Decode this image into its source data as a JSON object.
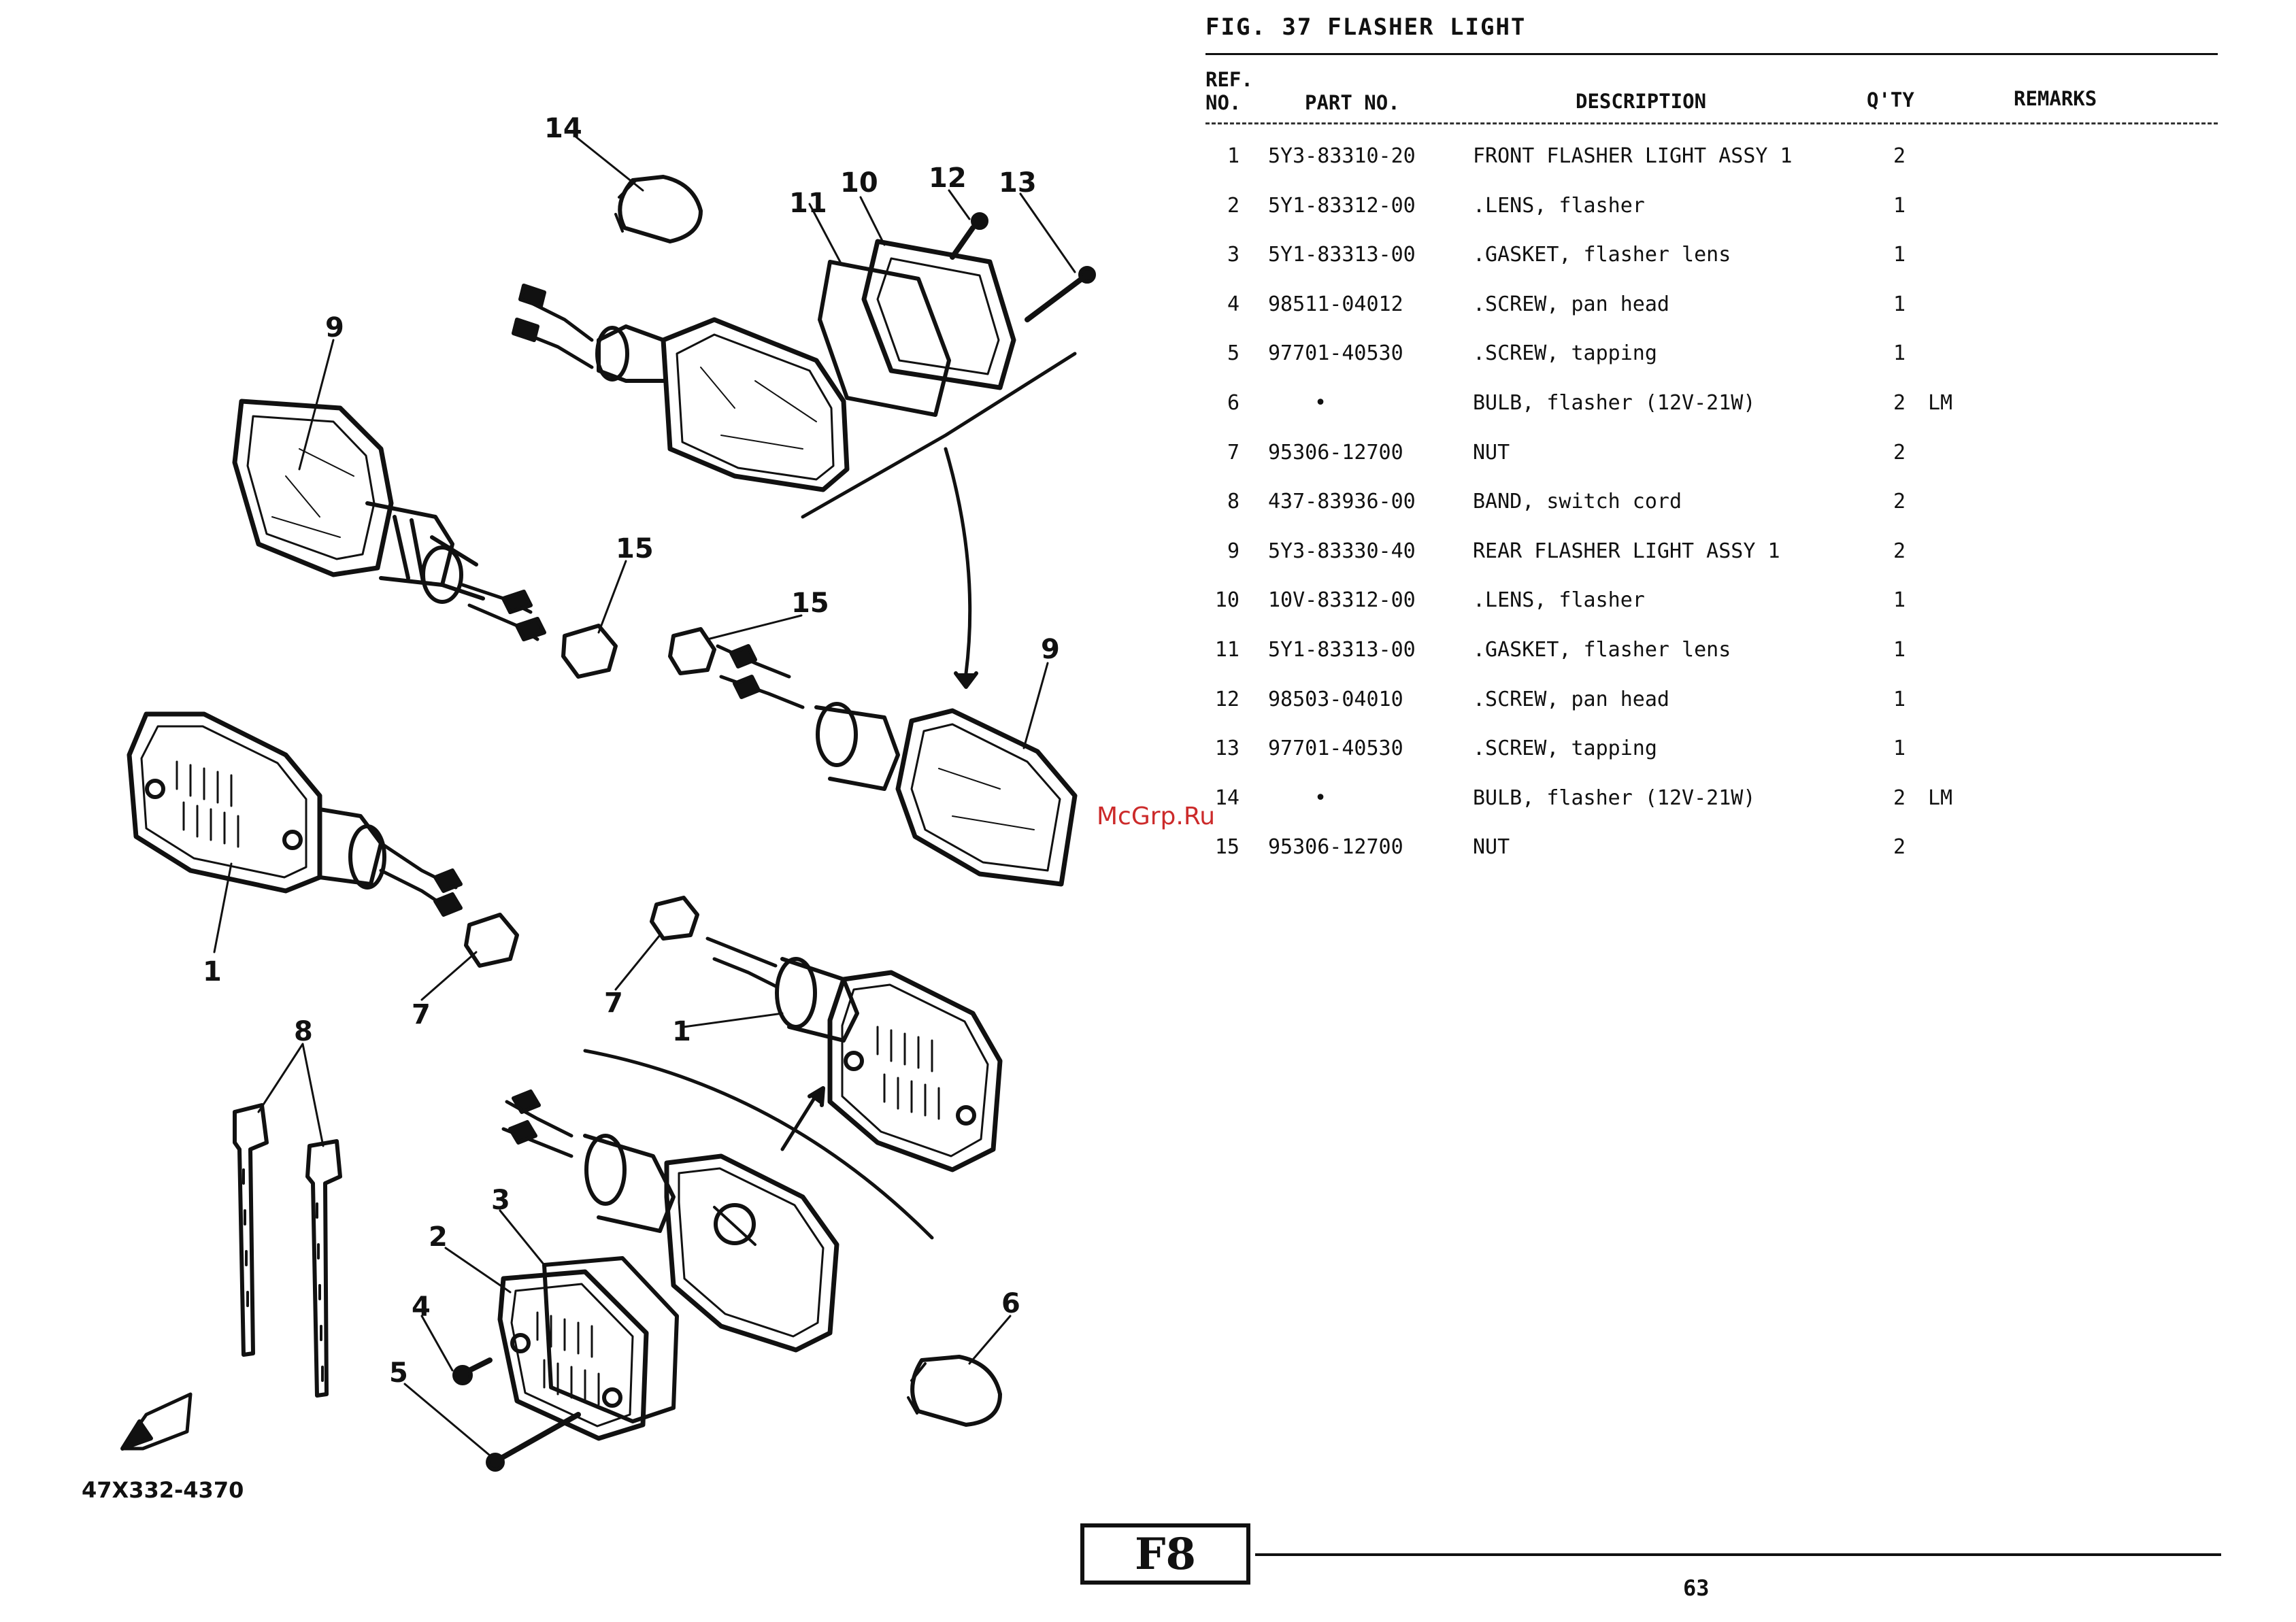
{
  "figure": {
    "label": "FIG. 37",
    "title": "FLASHER LIGHT"
  },
  "columns": {
    "ref_line1": "REF.",
    "ref_line2": "NO.",
    "part_no": "PART NO.",
    "description": "DESCRIPTION",
    "qty": "Q'TY",
    "remarks": "REMARKS"
  },
  "parts": [
    {
      "ref": "1",
      "part_no": "5Y3-83310-20",
      "description": "FRONT FLASHER LIGHT ASSY 1",
      "qty": "2",
      "remarks": ""
    },
    {
      "ref": "2",
      "part_no": "5Y1-83312-00",
      "description": ".LENS, flasher",
      "qty": "1",
      "remarks": ""
    },
    {
      "ref": "3",
      "part_no": "5Y1-83313-00",
      "description": ".GASKET, flasher lens",
      "qty": "1",
      "remarks": ""
    },
    {
      "ref": "4",
      "part_no": "98511-04012",
      "description": ".SCREW, pan head",
      "qty": "1",
      "remarks": ""
    },
    {
      "ref": "5",
      "part_no": "97701-40530",
      "description": ".SCREW, tapping",
      "qty": "1",
      "remarks": ""
    },
    {
      "ref": "6",
      "part_no": "•",
      "description": "BULB, flasher (12V-21W)",
      "qty": "2",
      "remarks": "LM"
    },
    {
      "ref": "7",
      "part_no": "95306-12700",
      "description": "NUT",
      "qty": "2",
      "remarks": ""
    },
    {
      "ref": "8",
      "part_no": "437-83936-00",
      "description": "BAND, switch cord",
      "qty": "2",
      "remarks": ""
    },
    {
      "ref": "9",
      "part_no": "5Y3-83330-40",
      "description": "REAR FLASHER LIGHT ASSY 1",
      "qty": "2",
      "remarks": ""
    },
    {
      "ref": "10",
      "part_no": "10V-83312-00",
      "description": ".LENS, flasher",
      "qty": "1",
      "remarks": ""
    },
    {
      "ref": "11",
      "part_no": "5Y1-83313-00",
      "description": ".GASKET, flasher lens",
      "qty": "1",
      "remarks": ""
    },
    {
      "ref": "12",
      "part_no": "98503-04010",
      "description": ".SCREW, pan head",
      "qty": "1",
      "remarks": ""
    },
    {
      "ref": "13",
      "part_no": "97701-40530",
      "description": ".SCREW, tapping",
      "qty": "1",
      "remarks": ""
    },
    {
      "ref": "14",
      "part_no": "•",
      "description": "BULB, flasher (12V-21W)",
      "qty": "2",
      "remarks": "LM"
    },
    {
      "ref": "15",
      "part_no": "95306-12700",
      "description": "NUT",
      "qty": "2",
      "remarks": ""
    }
  ],
  "callouts": [
    "1",
    "1",
    "2",
    "3",
    "4",
    "5",
    "6",
    "7",
    "7",
    "8",
    "9",
    "9",
    "10",
    "11",
    "12",
    "13",
    "14",
    "15",
    "15"
  ],
  "drawing_number": "47X332-4370",
  "watermark": "McGrp.Ru",
  "section_code": "F8",
  "page_number": "63"
}
